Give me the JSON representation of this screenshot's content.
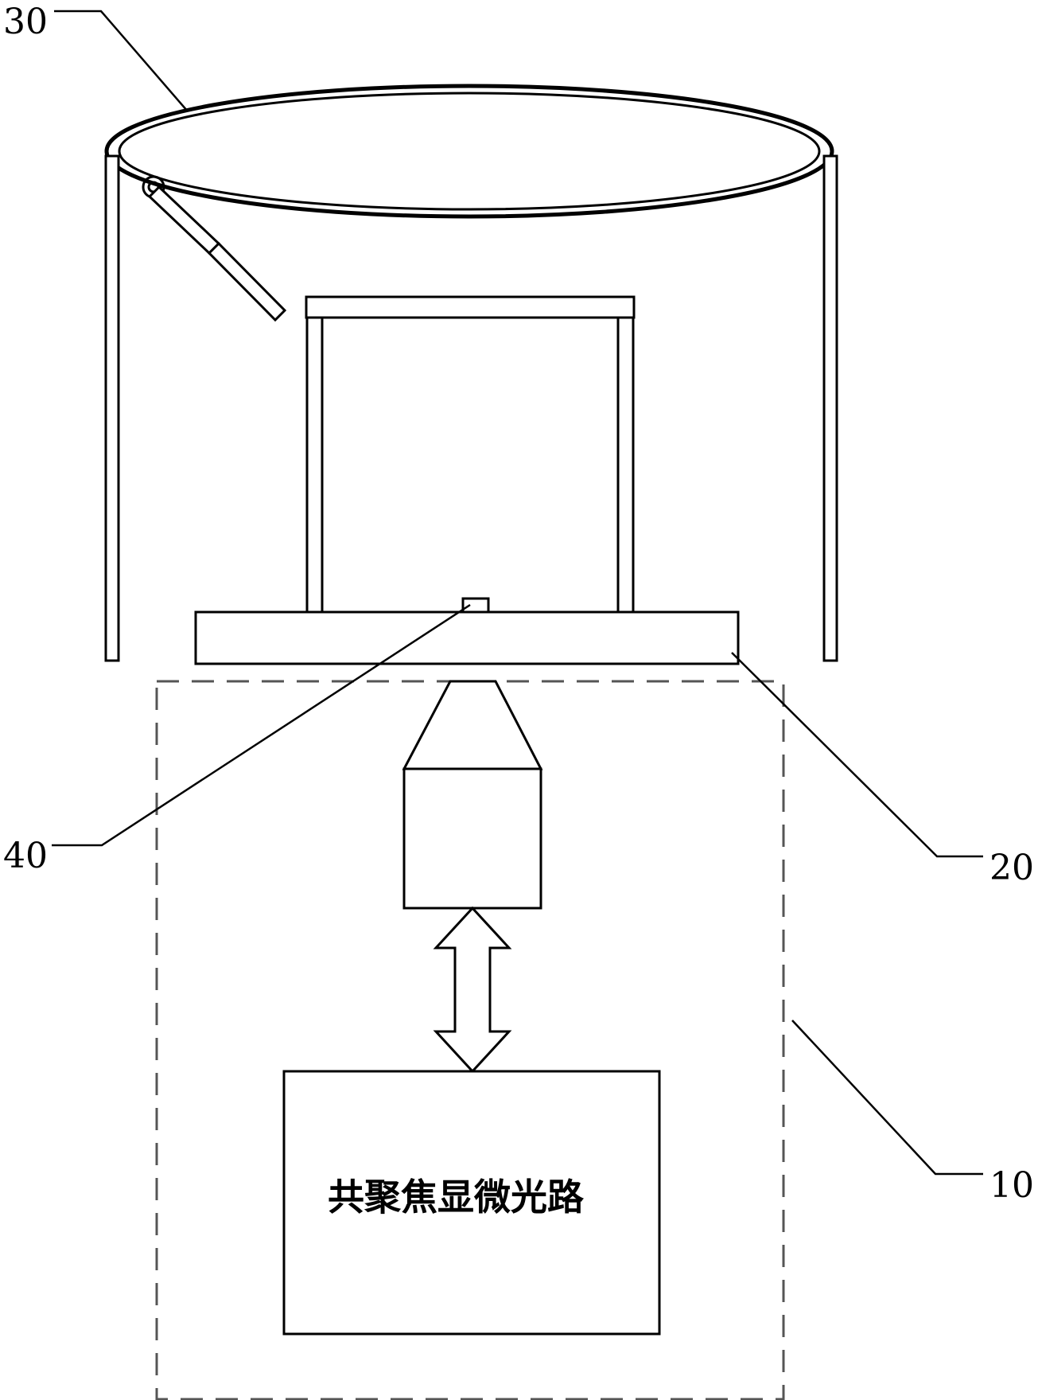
{
  "diagram": {
    "labels": {
      "outer_ring": "30",
      "sample": "40",
      "stage": "20",
      "optical_module": "10"
    },
    "optical_path_box_text": "共聚焦显微光路",
    "colors": {
      "stroke": "#000000",
      "background": "#ffffff",
      "dashed_box": "#555555"
    }
  }
}
